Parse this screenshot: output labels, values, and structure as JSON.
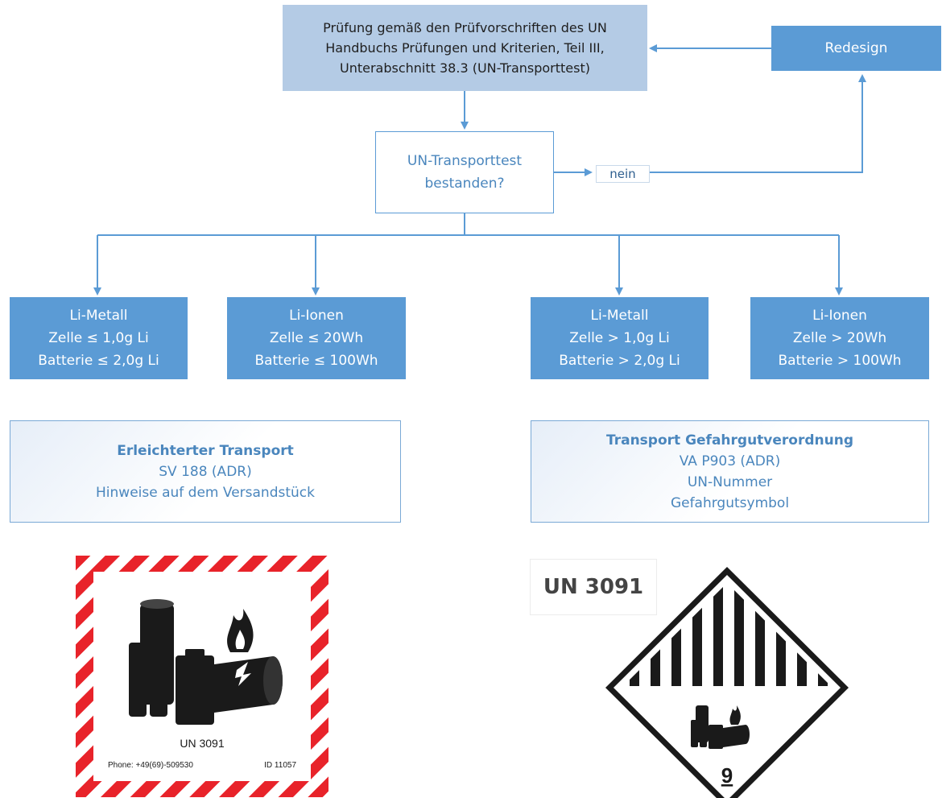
{
  "top_box": {
    "lines": [
      "Prüfung gemäß den Prüfvorschriften des UN",
      "Handbuchs Prüfungen und Kriterien, Teil III,",
      "Unterabschnitt 38.3 (UN-Transporttest)"
    ]
  },
  "redesign": {
    "label": "Redesign"
  },
  "decision": {
    "lines": [
      "UN-Transporttest",
      "bestanden?"
    ]
  },
  "nein": {
    "label": "nein"
  },
  "categories": [
    {
      "lines": [
        "Li-Metall",
        "Zelle ≤ 1,0g Li",
        "Batterie ≤ 2,0g Li"
      ]
    },
    {
      "lines": [
        "Li-Ionen",
        "Zelle ≤ 20Wh",
        "Batterie ≤ 100Wh"
      ]
    },
    {
      "lines": [
        "Li-Metall",
        "Zelle > 1,0g Li",
        "Batterie > 2,0g Li"
      ]
    },
    {
      "lines": [
        "Li-Ionen",
        "Zelle > 20Wh",
        "Batterie > 100Wh"
      ]
    }
  ],
  "info_left": {
    "title": "Erleichterter Transport",
    "lines": [
      "SV 188 (ADR)",
      "Hinweise auf dem Versandstück"
    ]
  },
  "info_right": {
    "title": "Transport Gefahrgutverordnung",
    "lines": [
      "VA P903 (ADR)",
      "UN-Nummer",
      "Gefahrgutsymbol"
    ]
  },
  "un_number_box": {
    "label": "UN 3091"
  },
  "battery_label": {
    "un_number": "UN 3091",
    "phone": "Phone: +49(69)-509530",
    "id": "ID 11057"
  },
  "hazard_diamond": {
    "class_number": "9"
  },
  "colors": {
    "primary_blue": "#5b9bd5",
    "light_blue": "#b4cbe5",
    "text_blue": "#4a86bd",
    "label_red": "#e8232a"
  }
}
